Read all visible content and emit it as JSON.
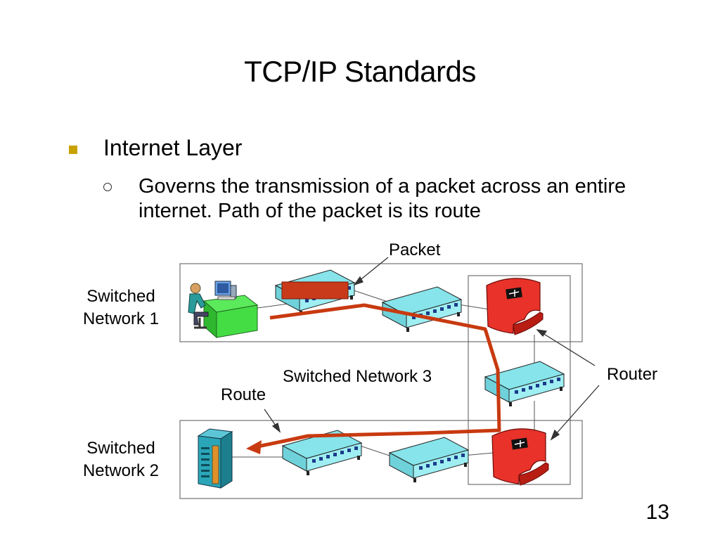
{
  "slide": {
    "title": "TCP/IP Standards",
    "bullet_l1": "Internet Layer",
    "bullet_l2": "Governs the transmission of a packet across an entire internet. Path of the packet is its route",
    "page_number": "13"
  },
  "diagram": {
    "labels": {
      "packet": "Packet",
      "switched_network_1_line1": "Switched",
      "switched_network_1_line2": "Network 1",
      "switched_network_2_line1": "Switched",
      "switched_network_2_line2": "Network 2",
      "switched_network_3": "Switched Network 3",
      "route": "Route",
      "router": "Router"
    },
    "colors": {
      "switch": "#86e4ea",
      "router": "#e8322a",
      "route_path": "#c83a10",
      "packet": "#c83a1a",
      "bullet": "#c9a100",
      "desk": "#44dd44",
      "server": "#2aa6b8"
    },
    "icons": [
      "workstation-icon",
      "switch-icon",
      "router-icon",
      "server-icon"
    ]
  }
}
